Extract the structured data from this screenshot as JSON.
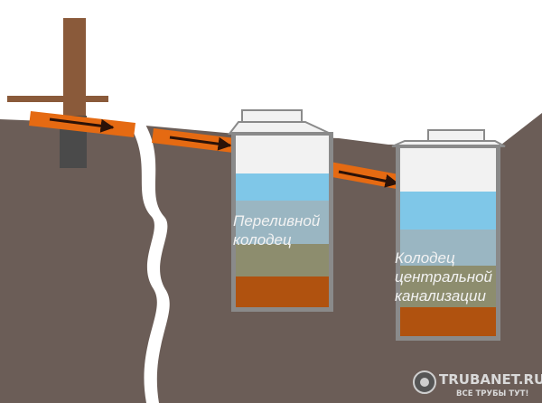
{
  "labels": {
    "overflow_well_line1": "Переливной",
    "overflow_well_line2": "колодец",
    "central_well_line1": "Колодец",
    "central_well_line2": "центральной",
    "central_well_line3": "канализации"
  },
  "watermark": {
    "site": "TRUBANET.RU",
    "tagline": "ВСЕ ТРУБЫ ТУТ!"
  },
  "colors": {
    "soil": "#6b5d57",
    "crack": "#ffffff",
    "pipe": "#e56a12",
    "flow_arrow": "#2b1208",
    "well_wall": "#8a8a8a",
    "air": "#f2f2f2",
    "water_light": "#7fc7e8",
    "water_mid": "#9ab6c2",
    "silt": "#8d8d6e",
    "sludge": "#b0520f",
    "wood_post": "#8a5a3a",
    "pipe_sleeve": "#4a4a4a"
  }
}
